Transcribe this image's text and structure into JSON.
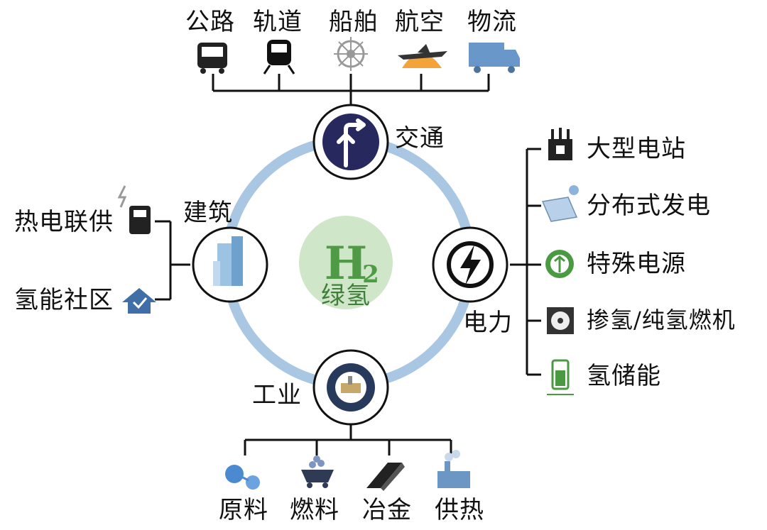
{
  "center": {
    "symbol": "H2",
    "label": "绿氢"
  },
  "colors": {
    "ring": "#a9c6e2",
    "hub_fill": "#ffffff",
    "hub_stroke": "#111111",
    "center_fill": "#cfe6c9",
    "h2_green": "#4f9a45",
    "line": "#111111"
  },
  "hubs": {
    "transport": {
      "label": "交通",
      "icon": "road-sign-icon"
    },
    "power": {
      "label": "电力",
      "icon": "lightning-power-icon"
    },
    "industry": {
      "label": "工业",
      "icon": "gear-factory-icon"
    },
    "building": {
      "label": "建筑",
      "icon": "building-icon"
    }
  },
  "transport_items": [
    {
      "label": "公路",
      "icon": "bus-icon"
    },
    {
      "label": "轨道",
      "icon": "train-icon"
    },
    {
      "label": "船舶",
      "icon": "ship-wheel-icon"
    },
    {
      "label": "航空",
      "icon": "airplane-icon"
    },
    {
      "label": "物流",
      "icon": "truck-icon"
    }
  ],
  "power_items": [
    {
      "label": "大型电站",
      "icon": "power-station-icon"
    },
    {
      "label": "分布式发电",
      "icon": "solar-panel-icon"
    },
    {
      "label": "特殊电源",
      "icon": "special-power-icon"
    },
    {
      "label": "掺氢/纯氢燃机",
      "icon": "turbine-fan-icon"
    },
    {
      "label": "氢储能",
      "icon": "battery-storage-icon"
    }
  ],
  "industry_items": [
    {
      "label": "原料",
      "icon": "molecule-icon"
    },
    {
      "label": "燃料",
      "icon": "coal-cart-icon"
    },
    {
      "label": "冶金",
      "icon": "steel-bar-icon"
    },
    {
      "label": "供热",
      "icon": "heating-plant-icon"
    }
  ],
  "building_items": [
    {
      "label": "热电联供",
      "icon": "chp-unit-icon"
    },
    {
      "label": "氢能社区",
      "icon": "community-house-icon"
    }
  ]
}
